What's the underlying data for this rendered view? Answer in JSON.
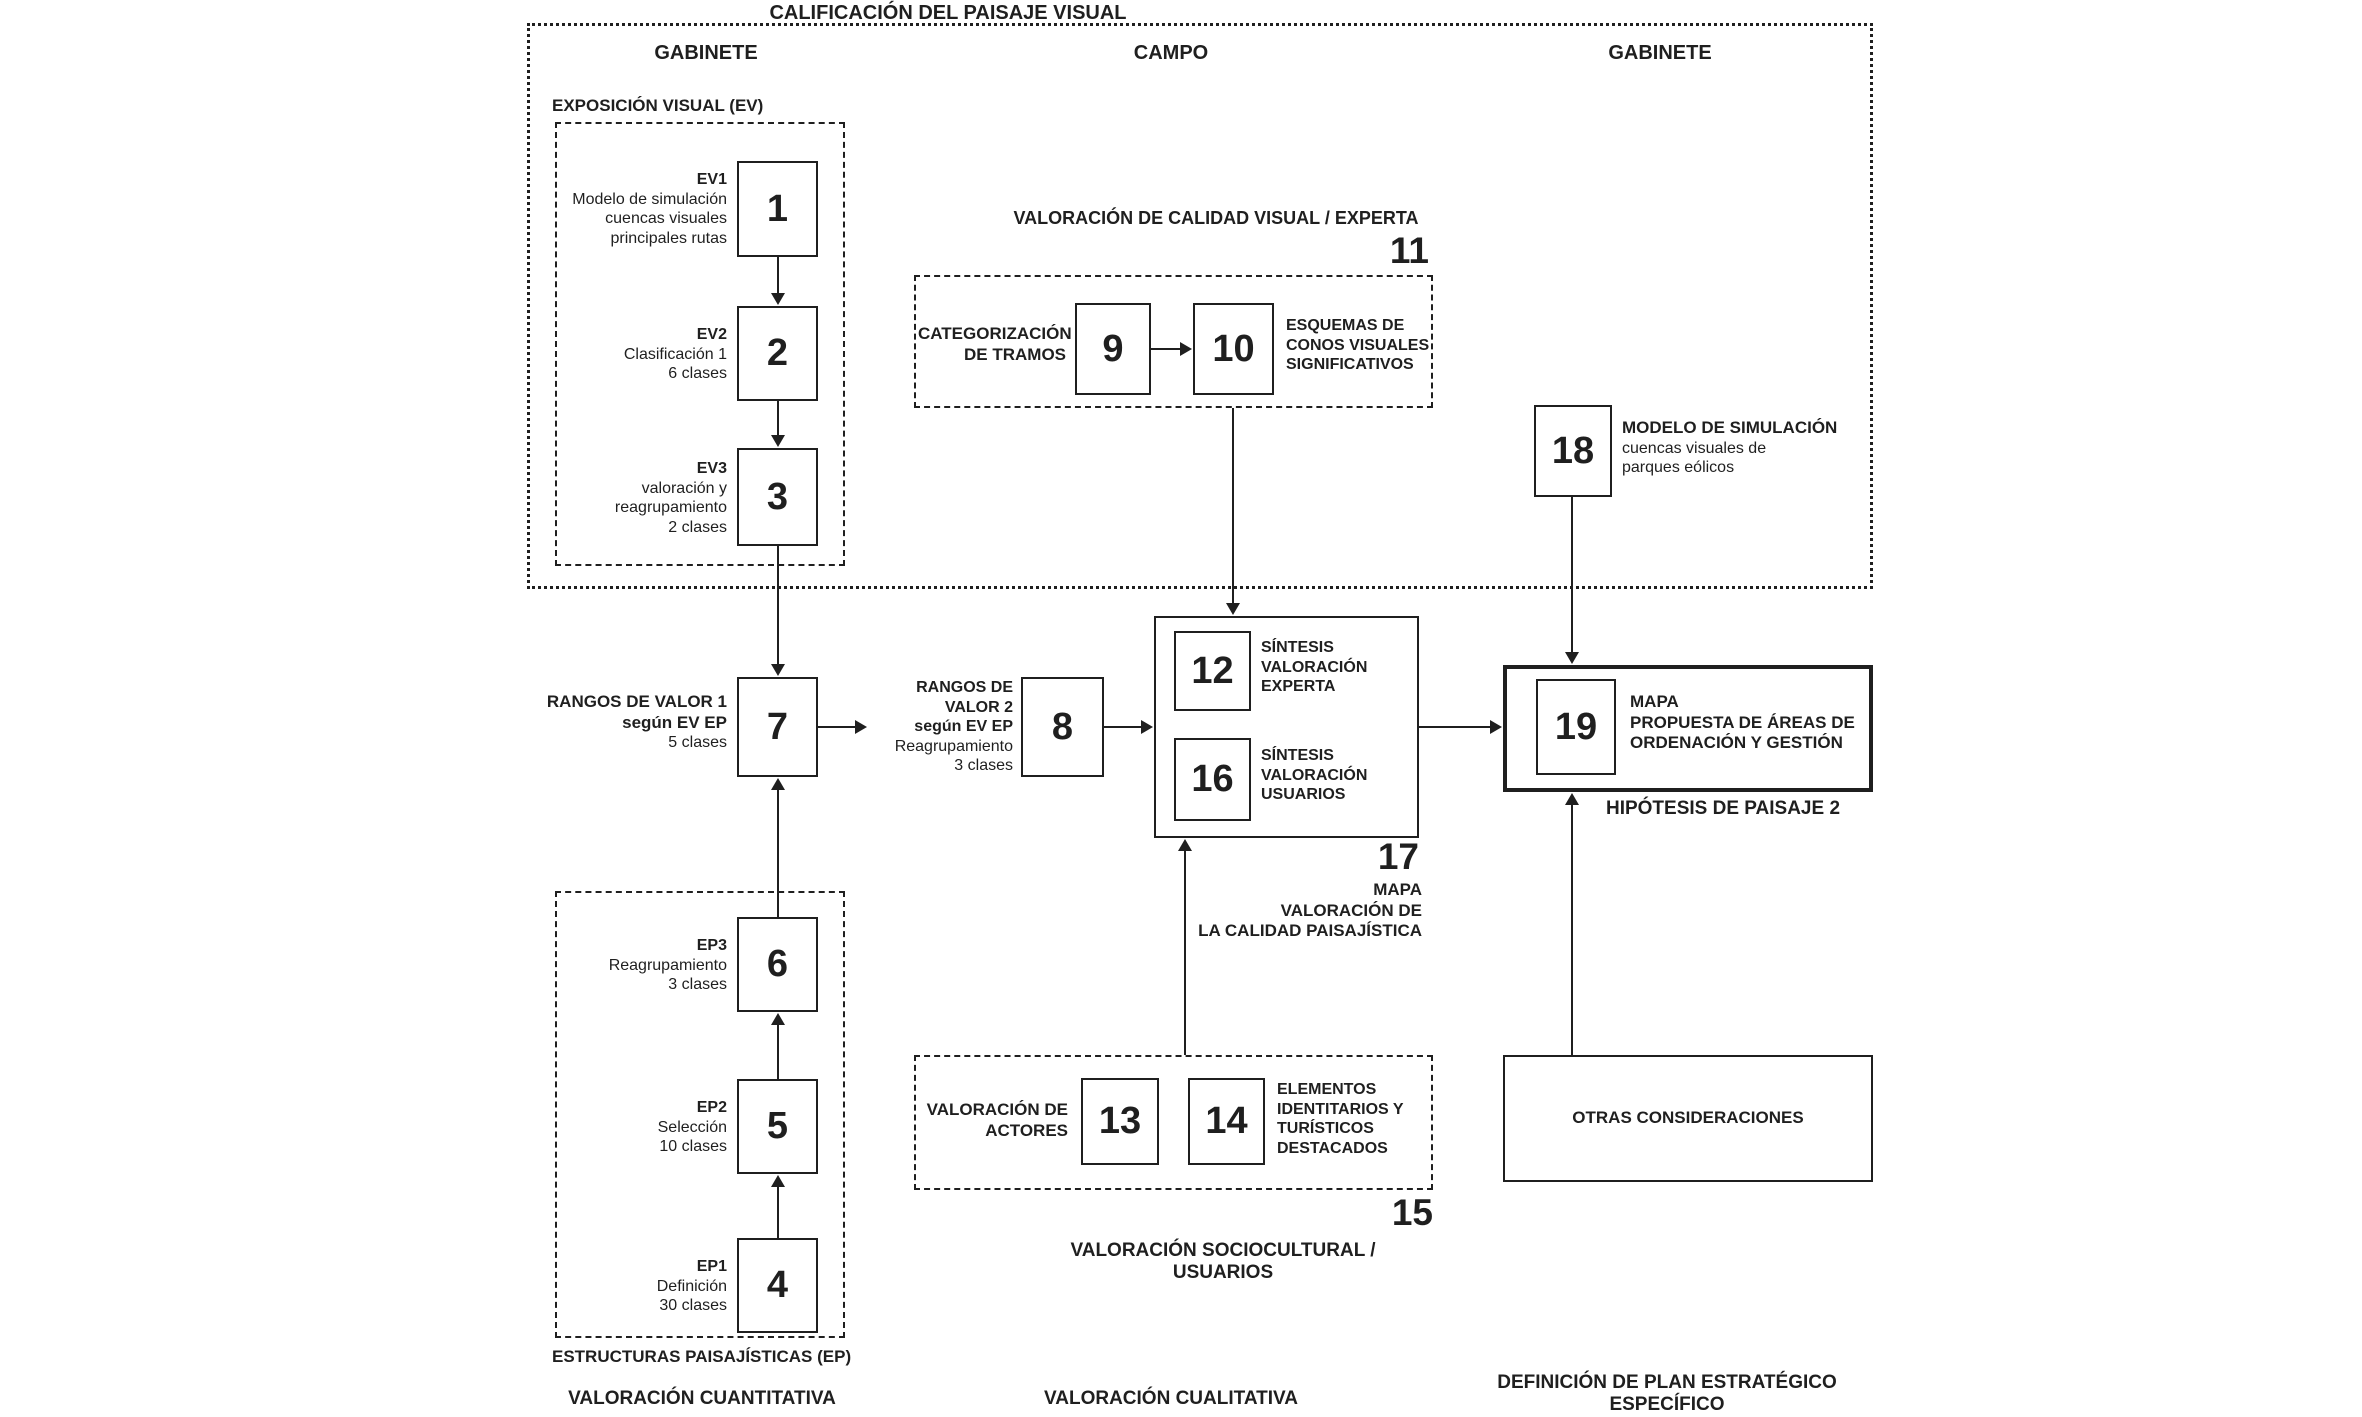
{
  "title": "CALIFICACIÓN DEL PAISAJE VISUAL",
  "headers": {
    "left": "GABINETE",
    "center": "CAMPO",
    "right": "GABINETE"
  },
  "ev": {
    "section_label": "EXPOSICIÓN VISUAL (EV)",
    "b1": {
      "num": "1",
      "tag": "EV1",
      "desc": "Modelo de simulación\ncuencas visuales\nprincipales rutas"
    },
    "b2": {
      "num": "2",
      "tag": "EV2",
      "desc": "Clasificación 1\n6 clases"
    },
    "b3": {
      "num": "3",
      "tag": "EV3",
      "desc": "valoración y\nreagrupamiento\n2 clases"
    }
  },
  "ep": {
    "section_label": "ESTRUCTURAS PAISAJÍSTICAS (EP)",
    "b6": {
      "num": "6",
      "tag": "EP3",
      "desc": "Reagrupamiento\n3 clases"
    },
    "b5": {
      "num": "5",
      "tag": "EP2",
      "desc": "Selección\n10 clases"
    },
    "b4": {
      "num": "4",
      "tag": "EP1",
      "desc": "Definición\n30 clases"
    }
  },
  "experta": {
    "title": "VALORACIÓN DE CALIDAD VISUAL / EXPERTA",
    "num": "11",
    "left_label": "CATEGORIZACIÓN\nDE TRAMOS",
    "b9": {
      "num": "9"
    },
    "b10": {
      "num": "10"
    },
    "right_label": "ESQUEMAS DE\nCONOS VISUALES\nSIGNIFICATIVOS"
  },
  "rangos1": {
    "num": "7",
    "bold": "RANGOS DE VALOR 1\nsegún EV EP",
    "normal": "5 clases"
  },
  "rangos2": {
    "num": "8",
    "bold": "RANGOS DE\nVALOR 2\nsegún EV EP",
    "normal": "Reagrupamiento\n3 clases"
  },
  "sintesis": {
    "b12": {
      "num": "12",
      "label": "SÍNTESIS\nVALORACIÓN\nEXPERTA"
    },
    "b16": {
      "num": "16",
      "label": "SÍNTESIS\nVALORACIÓN\nUSUARIOS"
    },
    "num": "17",
    "caption": "MAPA\nVALORACIÓN DE\nLA CALIDAD PAISAJÍSTICA"
  },
  "simulacion": {
    "num": "18",
    "tag": "MODELO DE SIMULACIÓN",
    "desc": "cuencas visuales de\nparques eólicos"
  },
  "mapa": {
    "num": "19",
    "label": "MAPA\nPROPUESTA DE ÁREAS DE\nORDENACIÓN Y GESTIÓN",
    "caption": "HIPÓTESIS DE PAISAJE 2"
  },
  "sociocultural": {
    "title": "VALORACIÓN SOCIOCULTURAL / USUARIOS",
    "num": "15",
    "left_label": "VALORACIÓN DE\nACTORES",
    "b13": {
      "num": "13"
    },
    "b14": {
      "num": "14"
    },
    "right_label": "ELEMENTOS\nIDENTITARIOS Y\nTURÍSTICOS\nDESTACADOS"
  },
  "otras": {
    "label": "OTRAS CONSIDERACIONES"
  },
  "footers": {
    "cuantitativa": "VALORACIÓN CUANTITATIVA",
    "cualitativa": "VALORACIÓN CUALITATIVA",
    "plan": "DEFINICIÓN DE PLAN ESTRATÉGICO\nESPECÍFICO"
  }
}
